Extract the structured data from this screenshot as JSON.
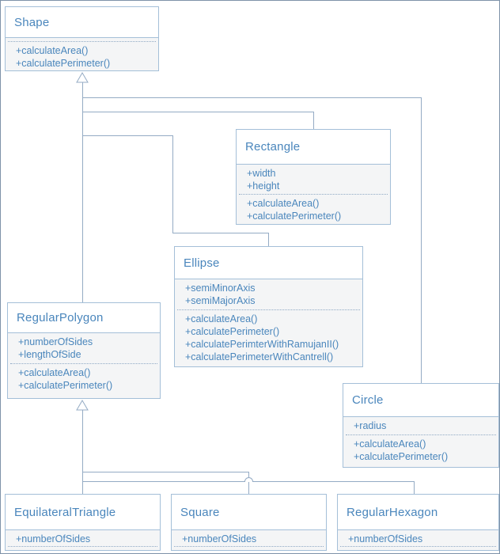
{
  "diagram": {
    "type": "uml-class-diagram",
    "colors": {
      "box_border": "#a4bfd8",
      "box_title_fill": "#ffffff",
      "box_body_fill": "#f4f5f6",
      "text": "#4a86bc",
      "connector": "#94abc4",
      "frame_border": "#7e93a9"
    },
    "classes": {
      "shape": {
        "name": "Shape",
        "attributes": [],
        "methods": [
          "+calculateArea()",
          "+calculatePerimeter()"
        ]
      },
      "rectangle": {
        "name": "Rectangle",
        "attributes": [
          "+width",
          "+height"
        ],
        "methods": [
          "+calculateArea()",
          "+calculatePerimeter()"
        ]
      },
      "ellipse": {
        "name": "Ellipse",
        "attributes": [
          "+semiMinorAxis",
          "+semiMajorAxis"
        ],
        "methods": [
          "+calculateArea()",
          "+calculatePerimeter()",
          "+calculatePerimterWithRamujanII()",
          "+calculatePerimeterWithCantrell()"
        ]
      },
      "regular_polygon": {
        "name": "RegularPolygon",
        "attributes": [
          "+numberOfSides",
          "+lengthOfSide"
        ],
        "methods": [
          "+calculateArea()",
          "+calculatePerimeter()"
        ]
      },
      "circle": {
        "name": "Circle",
        "attributes": [
          "+radius"
        ],
        "methods": [
          "+calculateArea()",
          "+calculatePerimeter()"
        ]
      },
      "equilateral_triangle": {
        "name": "EquilateralTriangle",
        "attributes": [
          "+numberOfSides"
        ],
        "methods": []
      },
      "square": {
        "name": "Square",
        "attributes": [
          "+numberOfSides"
        ],
        "methods": []
      },
      "regular_hexagon": {
        "name": "RegularHexagon",
        "attributes": [
          "+numberOfSides"
        ],
        "methods": []
      }
    },
    "relationships": [
      {
        "from": "RegularPolygon",
        "to": "Shape",
        "type": "generalization"
      },
      {
        "from": "Rectangle",
        "to": "Shape",
        "type": "generalization"
      },
      {
        "from": "Ellipse",
        "to": "Shape",
        "type": "generalization"
      },
      {
        "from": "Circle",
        "to": "Shape",
        "type": "generalization"
      },
      {
        "from": "EquilateralTriangle",
        "to": "RegularPolygon",
        "type": "generalization"
      },
      {
        "from": "Square",
        "to": "RegularPolygon",
        "type": "generalization"
      },
      {
        "from": "RegularHexagon",
        "to": "RegularPolygon",
        "type": "generalization"
      }
    ]
  }
}
